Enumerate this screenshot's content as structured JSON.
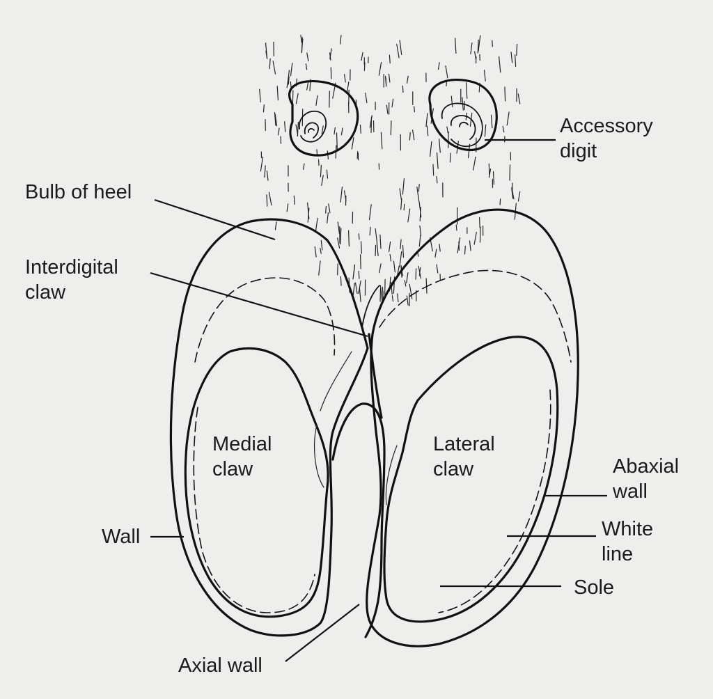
{
  "labels": {
    "accessory_digit": "Accessory\ndigit",
    "bulb_of_heel": "Bulb of heel",
    "interdigital_claw": "Interdigital\nclaw",
    "medial_claw": "Medial\nclaw",
    "lateral_claw": "Lateral\nclaw",
    "abaxial_wall": "Abaxial\nwall",
    "wall": "Wall",
    "white_line": "White\nline",
    "sole": "Sole",
    "axial_wall": "Axial wall"
  },
  "colors": {
    "background": "#eeeeec",
    "ink": "#111111"
  }
}
